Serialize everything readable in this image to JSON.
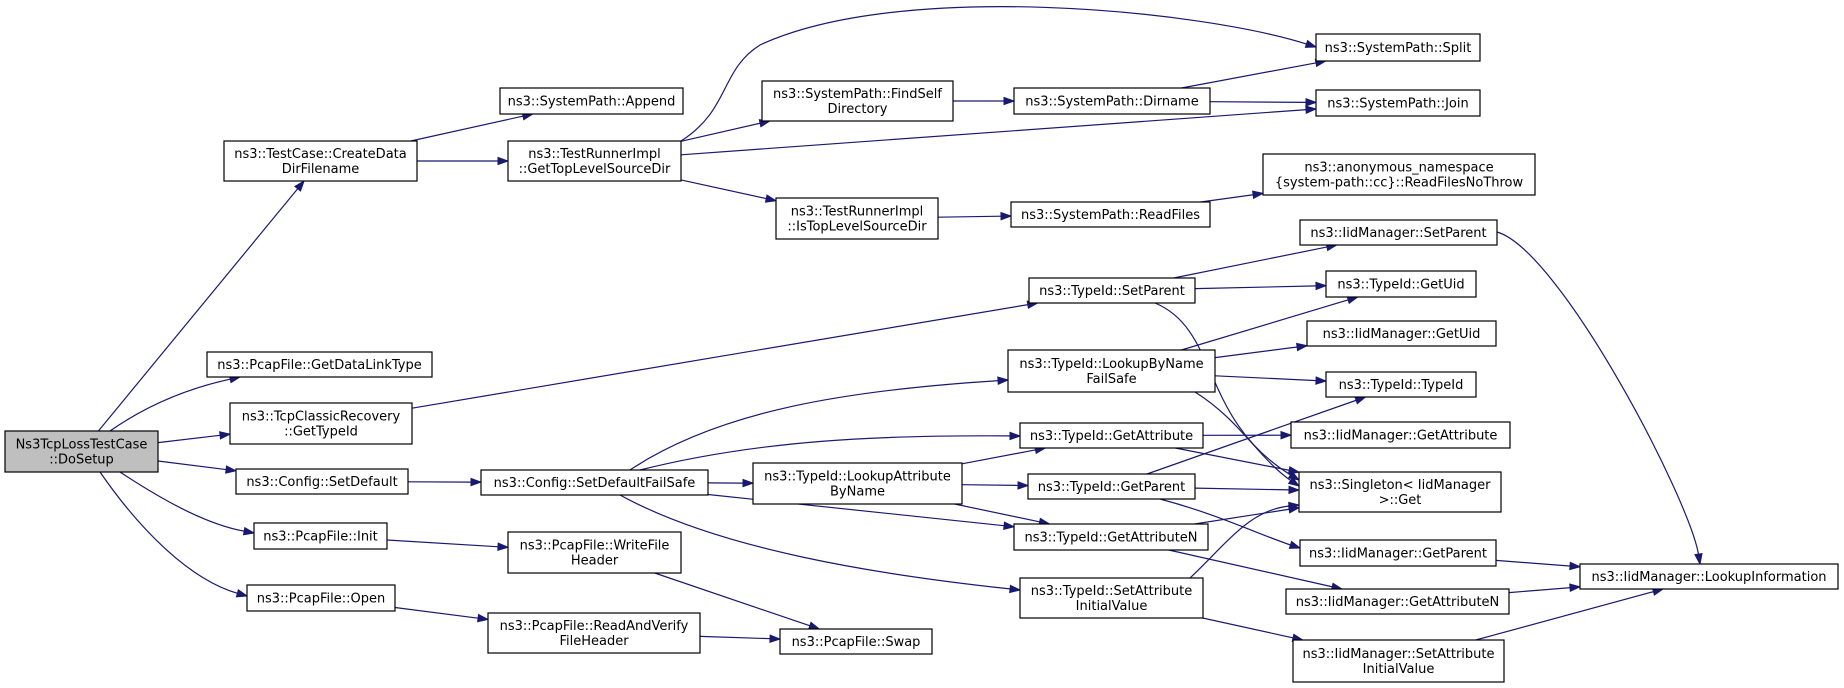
{
  "colors": {
    "edge": "#191970",
    "node_border": "#000000",
    "node_fill": "#ffffff",
    "root_fill": "#bfbfbf",
    "text": "#000000"
  },
  "nodes": [
    {
      "id": "root",
      "lines": [
        "Ns3TcpLossTestCase",
        "::DoSetup"
      ],
      "root": true
    },
    {
      "id": "createData",
      "lines": [
        "ns3::TestCase::CreateData",
        "DirFilename"
      ]
    },
    {
      "id": "append",
      "lines": [
        "ns3::SystemPath::Append"
      ]
    },
    {
      "id": "getTopLevel",
      "lines": [
        "ns3::TestRunnerImpl",
        "::GetTopLevelSourceDir"
      ]
    },
    {
      "id": "findSelf",
      "lines": [
        "ns3::SystemPath::FindSelf",
        "Directory"
      ]
    },
    {
      "id": "dirname",
      "lines": [
        "ns3::SystemPath::Dirname"
      ]
    },
    {
      "id": "split",
      "lines": [
        "ns3::SystemPath::Split"
      ]
    },
    {
      "id": "join",
      "lines": [
        "ns3::SystemPath::Join"
      ]
    },
    {
      "id": "isTopLevel",
      "lines": [
        "ns3::TestRunnerImpl",
        "::IsTopLevelSourceDir"
      ]
    },
    {
      "id": "readFiles",
      "lines": [
        "ns3::SystemPath::ReadFiles"
      ]
    },
    {
      "id": "readFilesNoThrow",
      "lines": [
        "ns3::anonymous_namespace",
        "{system-path::cc}::ReadFilesNoThrow"
      ]
    },
    {
      "id": "getDataLinkType",
      "lines": [
        "ns3::PcapFile::GetDataLinkType"
      ]
    },
    {
      "id": "tcpClassic",
      "lines": [
        "ns3::TcpClassicRecovery",
        "::GetTypeId"
      ]
    },
    {
      "id": "setDefault",
      "lines": [
        "ns3::Config::SetDefault"
      ]
    },
    {
      "id": "setDefaultFailSafe",
      "lines": [
        "ns3::Config::SetDefaultFailSafe"
      ]
    },
    {
      "id": "pcapInit",
      "lines": [
        "ns3::PcapFile::Init"
      ]
    },
    {
      "id": "writeFileHeader",
      "lines": [
        "ns3::PcapFile::WriteFile",
        "Header"
      ]
    },
    {
      "id": "pcapOpen",
      "lines": [
        "ns3::PcapFile::Open"
      ]
    },
    {
      "id": "readAndVerify",
      "lines": [
        "ns3::PcapFile::ReadAndVerify",
        "FileHeader"
      ]
    },
    {
      "id": "swap",
      "lines": [
        "ns3::PcapFile::Swap"
      ]
    },
    {
      "id": "typeSetParent",
      "lines": [
        "ns3::TypeId::SetParent"
      ]
    },
    {
      "id": "lookupByNameFailSafe",
      "lines": [
        "ns3::TypeId::LookupByName",
        "FailSafe"
      ]
    },
    {
      "id": "typeGetAttribute",
      "lines": [
        "ns3::TypeId::GetAttribute"
      ]
    },
    {
      "id": "lookupAttrByName",
      "lines": [
        "ns3::TypeId::LookupAttribute",
        "ByName"
      ]
    },
    {
      "id": "typeGetParent",
      "lines": [
        "ns3::TypeId::GetParent"
      ]
    },
    {
      "id": "typeGetAttributeN",
      "lines": [
        "ns3::TypeId::GetAttributeN"
      ]
    },
    {
      "id": "typeSetAttrInit",
      "lines": [
        "ns3::TypeId::SetAttribute",
        "InitialValue"
      ]
    },
    {
      "id": "iidSetParent",
      "lines": [
        "ns3::IidManager::SetParent"
      ]
    },
    {
      "id": "typeGetUid",
      "lines": [
        "ns3::TypeId::GetUid"
      ]
    },
    {
      "id": "iidGetUid",
      "lines": [
        "ns3::IidManager::GetUid"
      ]
    },
    {
      "id": "typeTypeId",
      "lines": [
        "ns3::TypeId::TypeId"
      ]
    },
    {
      "id": "iidGetAttribute",
      "lines": [
        "ns3::IidManager::GetAttribute"
      ]
    },
    {
      "id": "singletonGet",
      "lines": [
        "ns3::Singleton< IidManager",
        " >::Get"
      ]
    },
    {
      "id": "iidGetParent",
      "lines": [
        "ns3::IidManager::GetParent"
      ]
    },
    {
      "id": "iidGetAttributeN",
      "lines": [
        "ns3::IidManager::GetAttributeN"
      ]
    },
    {
      "id": "iidSetAttrInit",
      "lines": [
        "ns3::IidManager::SetAttribute",
        "InitialValue"
      ]
    },
    {
      "id": "lookupInformation",
      "lines": [
        "ns3::IidManager::LookupInformation"
      ]
    }
  ],
  "edges": [
    [
      "root",
      "createData"
    ],
    [
      "root",
      "getDataLinkType"
    ],
    [
      "root",
      "tcpClassic"
    ],
    [
      "root",
      "setDefault"
    ],
    [
      "root",
      "pcapInit"
    ],
    [
      "root",
      "pcapOpen"
    ],
    [
      "createData",
      "append"
    ],
    [
      "createData",
      "getTopLevel"
    ],
    [
      "getTopLevel",
      "split"
    ],
    [
      "getTopLevel",
      "findSelf"
    ],
    [
      "getTopLevel",
      "join"
    ],
    [
      "getTopLevel",
      "isTopLevel"
    ],
    [
      "findSelf",
      "dirname"
    ],
    [
      "dirname",
      "split"
    ],
    [
      "dirname",
      "join"
    ],
    [
      "isTopLevel",
      "readFiles"
    ],
    [
      "readFiles",
      "readFilesNoThrow"
    ],
    [
      "tcpClassic",
      "typeSetParent"
    ],
    [
      "setDefault",
      "setDefaultFailSafe"
    ],
    [
      "setDefaultFailSafe",
      "lookupByNameFailSafe"
    ],
    [
      "setDefaultFailSafe",
      "typeGetAttribute"
    ],
    [
      "setDefaultFailSafe",
      "lookupAttrByName"
    ],
    [
      "setDefaultFailSafe",
      "typeGetAttributeN"
    ],
    [
      "setDefaultFailSafe",
      "typeSetAttrInit"
    ],
    [
      "pcapInit",
      "writeFileHeader"
    ],
    [
      "writeFileHeader",
      "swap"
    ],
    [
      "pcapOpen",
      "readAndVerify"
    ],
    [
      "readAndVerify",
      "swap"
    ],
    [
      "typeSetParent",
      "iidSetParent"
    ],
    [
      "typeSetParent",
      "typeGetUid"
    ],
    [
      "typeSetParent",
      "singletonGet"
    ],
    [
      "lookupByNameFailSafe",
      "typeGetUid"
    ],
    [
      "lookupByNameFailSafe",
      "iidGetUid"
    ],
    [
      "lookupByNameFailSafe",
      "typeTypeId"
    ],
    [
      "lookupByNameFailSafe",
      "singletonGet"
    ],
    [
      "typeGetAttribute",
      "iidGetAttribute"
    ],
    [
      "typeGetAttribute",
      "singletonGet"
    ],
    [
      "lookupAttrByName",
      "typeGetAttribute"
    ],
    [
      "lookupAttrByName",
      "typeGetParent"
    ],
    [
      "lookupAttrByName",
      "typeGetAttributeN"
    ],
    [
      "typeGetParent",
      "typeTypeId"
    ],
    [
      "typeGetParent",
      "singletonGet"
    ],
    [
      "typeGetParent",
      "iidGetParent"
    ],
    [
      "typeGetAttributeN",
      "singletonGet"
    ],
    [
      "typeGetAttributeN",
      "iidGetAttributeN"
    ],
    [
      "typeSetAttrInit",
      "singletonGet"
    ],
    [
      "typeSetAttrInit",
      "iidSetAttrInit"
    ],
    [
      "iidSetParent",
      "lookupInformation"
    ],
    [
      "iidGetParent",
      "lookupInformation"
    ],
    [
      "iidGetAttributeN",
      "lookupInformation"
    ],
    [
      "iidSetAttrInit",
      "lookupInformation"
    ]
  ]
}
